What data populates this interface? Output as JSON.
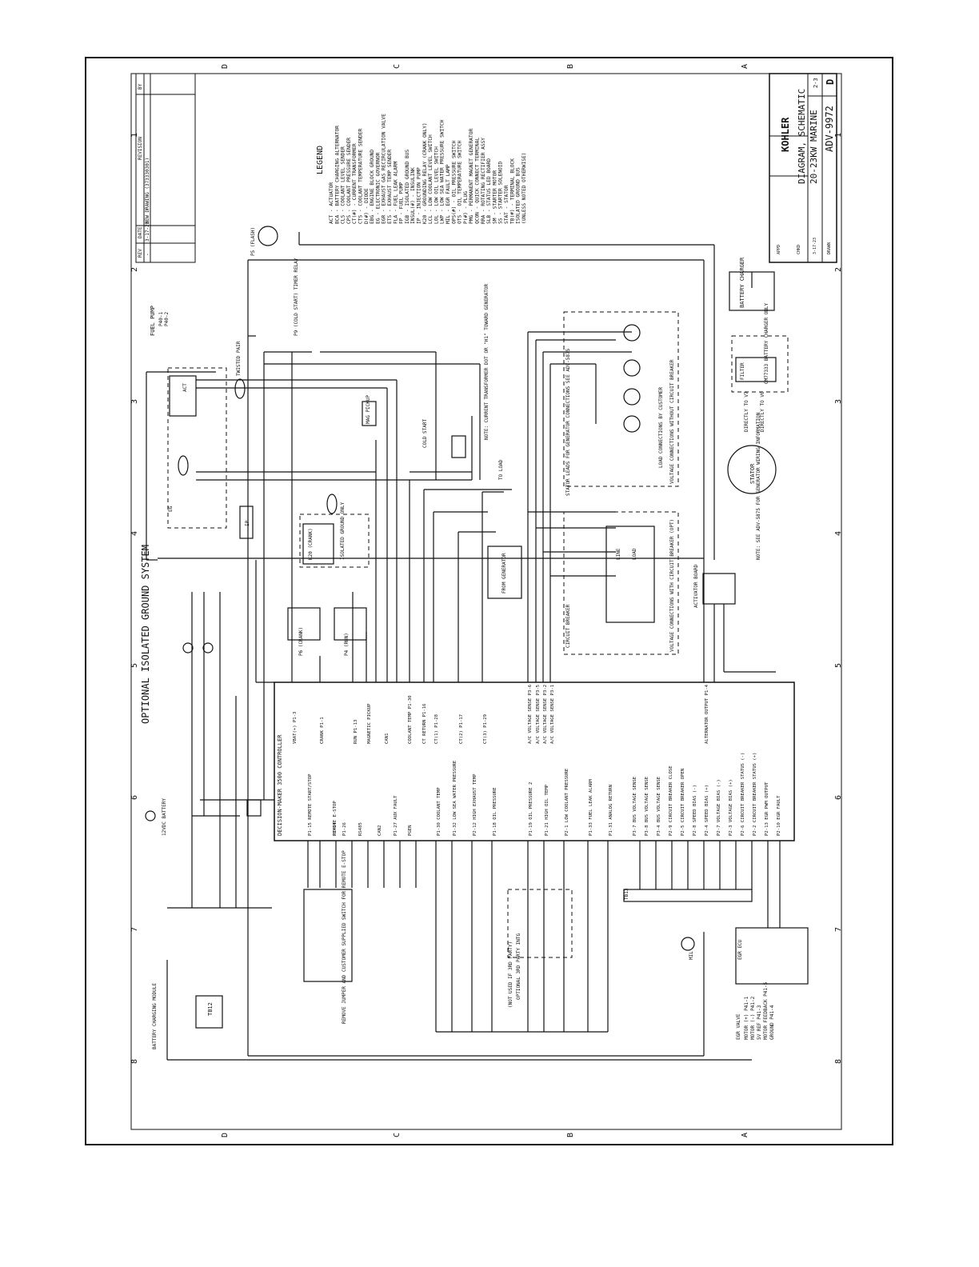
{
  "colors": {
    "ink": "#111111",
    "paper": "#ffffff"
  },
  "zone_letters": [
    "D",
    "C",
    "B",
    "A"
  ],
  "zone_numbers": [
    "1",
    "2",
    "3",
    "4",
    "5",
    "6",
    "7",
    "8"
  ],
  "ground_label": "OPTIONAL ISOLATED GROUND SYSTEM",
  "revision": {
    "headers": [
      "REV",
      "DATE",
      "REVISION",
      "BY"
    ],
    "rows": [
      [
        "-",
        "3-17-23",
        "NEW DRAWING (373330301)",
        ""
      ]
    ]
  },
  "legend": {
    "title": "LEGEND",
    "items": [
      "ACT - ACTUATOR",
      "BCA - BATTERY CHARGING ALTERNATOR",
      "CLS - COOLANT LEVEL SENDER",
      "CPS - COOLANT PRESSURE SENDER",
      "CT(#) - CURRENT TRANSFORMER",
      "CTS - COOLANT TEMPERATURE SENDER",
      "D(#) - DIODE",
      "EBG - ENGINE BLOCK GROUND",
      "EG - ELECTRONIC GOVERNOR",
      "EGR - EXHAUST GAS RECIRCULATION VALVE",
      "ETS - EXHAUST TEMP SENDER",
      "FLA - FUEL LEAK ALARM",
      "FP - FUEL PUMP",
      "IGB - ISOLATED GROUND BUS",
      "INSUL(#) - INSULINK",
      "IP - INJECTION PUMP",
      "K20 - GROUNDING RELAY (CRANK ONLY)",
      "LCL - LOW COOLANT LEVEL SWITCH",
      "LOL - LOW OIL LEVEL SWITCH",
      "LWP - LOW SEA WATER PRESSURE SWITCH",
      "MIL - EGR FAULT LAMP",
      "OPS(#) - OIL PRESSURE SWITCH",
      "OTS - OIL TEMPERATURE SWITCH",
      "P(#) - PLUG",
      "PMG - PERMANENT MAGNET GENERATOR",
      "QCON - QUICK CONNECT TERMINAL",
      "RRA - ROTATING RECTIFIER ASSY",
      "SLB - STATUS LED BOARD",
      "SM - STARTER MOTOR",
      "SS - STARTER SOLENOID",
      "STAT - STATOR",
      "TB(#) - TERMINAL BLOCK",
      "ISOLATED GROUND BUS",
      "(UNLESS NOTED OTHERWISE)"
    ]
  },
  "title_block": {
    "company": "KOHLER",
    "line1": "DIAGRAM, SCHEMATIC",
    "line2": "20-23KW MARINE",
    "drawing_number": "ADV-9972",
    "sheet": "2-3",
    "size": "D",
    "date": "3-17-23",
    "drawn": "DRAWN",
    "checked": "CHKD",
    "approved": "APPD"
  },
  "controller": {
    "name": "DECISION-MAKER 3500 CONTROLLER",
    "top_pins": [
      "VBAT(+) P1-3",
      "CRANK P1-1",
      "RUN P1-13",
      "MAGNETIC PICKUP",
      "CAN1",
      "COOLANT TEMP P1-30",
      "CT RETURN P1-16",
      "CT(1) P1-28",
      "CT(2) P1-17",
      "CT(3) P1-29",
      "A/C VOLTAGE SENSE P3-6",
      "A/C VOLTAGE SENSE P3-5",
      "A/C VOLTAGE SENSE P3-2",
      "A/C VOLTAGE SENSE P3-1",
      "ALTERNATOR OUTPUT P1-4"
    ],
    "bottom_pins": [
      "P1-15 REMOTE START/STOP",
      "REMOTE E-STOP",
      "P1-14",
      "P1-26",
      "RS485",
      "CAN2",
      "P1-27 AUX FAULT",
      "PGEN",
      "P1-30 COOLANT TEMP",
      "P1-32 LOW SEA WATER PRESSURE",
      "P2-12 HIGH EXHAUST TEMP",
      "P1-18 OIL PRESSURE",
      "P1-19 OIL PRESSURE 2",
      "P1-21 HIGH OIL TEMP",
      "P2-1 LOW COOLANT PRESSURE",
      "P1-33 FUEL LEAK ALARM",
      "P1-31 ANALOG RETURN",
      "P3-7 BUS VOLTAGE SENSE",
      "P3-8 BUS VOLTAGE SENSE",
      "P3-4 BUS VOLTAGE SENSE",
      "P2-9 CIRCUIT BREAKER CLOSE",
      "P2-5 CIRCUIT BREAKER OPEN",
      "P2-8 SPEED BIAS (-)",
      "P2-4 SPEED BIAS (+)",
      "P2-7 VOLTAGE BIAS (-)",
      "P2-3 VOLTAGE BIAS (+)",
      "P2-6 CIRCUIT BREAKER STATUS (-)",
      "P2-2 CIRCUIT BREAKER STATUS (+)",
      "P2-13 EGR PWM OUTPUT",
      "P2-10 EGR FAULT"
    ]
  },
  "components": {
    "fuel_pump": "FUEL PUMP",
    "fuel_pump_pins": [
      "P40-1",
      "P40-2"
    ],
    "battery": "12VDC BATTERY",
    "battery_module": "BATTERY CHARGING MODULE",
    "tb12": "TB12",
    "act": "ACT",
    "ip": "IP",
    "eg": "EG",
    "k20_crank": "K20 (CRANK)",
    "isolated_ground_only": "ISOLATED GROUND ONLY",
    "k6_crank": "P6 (CRANK)",
    "k4_run": "P4 (RUN)",
    "from_generator": "FROM GENERATOR",
    "cold_start": "COLD START",
    "glow": "P5 (FLASH)",
    "timer_relay": "P9 (COLD START) TIMER RELAY",
    "mag_pickup": "MAG PICKUP",
    "note_ct": "NOTE: CURRENT TRANSFORMER DOT OR \"H1\" TOWARD GENERATOR",
    "to_load": "TO LOAD",
    "stator_leads": "STATOR LEADS FOR GENERATOR CONNECTIONS SEE ADV-5875",
    "voltage_conn_no_cb": "VOLTAGE CONNECTIONS WITHOUT CIRCUIT BREAKER",
    "load_by_customer": "LOAD CONNECTIONS BY CUSTOMER",
    "voltage_conn_cb": "VOLTAGE CONNECTIONS WITH CIRCUIT BREAKER (OPT)",
    "circuit_breaker": "CIRCUIT BREAKER",
    "line": "LINE",
    "load": "LOAD",
    "battery_charger": "BATTERY CHARGER",
    "filter": "FILTER",
    "gm": "GM77333 BATTERY CHARGER ONLY",
    "directly_v7": "DIRECTLY TO V7",
    "directly_v0": "DIRECTLY TO V0",
    "stator": "STATOR",
    "activator_board": "ACTIVATOR BOARD",
    "stator_note": "NOTE: SEE ADV-5875 FOR GENERATOR WIRING INFORMATION",
    "remove_jumper": "REMOVE JUMPER AND CUSTOMER SUPPLIED SWITCH FOR REMOTE E-STOP",
    "tb13": "TB13",
    "egr_ecu": "EGR ECU",
    "mil": "MIL",
    "egr_valve": "EGR VALVE",
    "egr_valve_pins": [
      "MOTOR (+) P41-1",
      "MOTOR (-) P41-2",
      "5V REF P41-3",
      "MOTOR FEEDBACK P41-5",
      "GROUND P41-4"
    ],
    "optional_party": "OPTIONAL 3RD PARTY INTG",
    "not_used": "(NOT USED IF 3RD PARTY)",
    "twisted_pair": "TWISTED PAIR"
  }
}
